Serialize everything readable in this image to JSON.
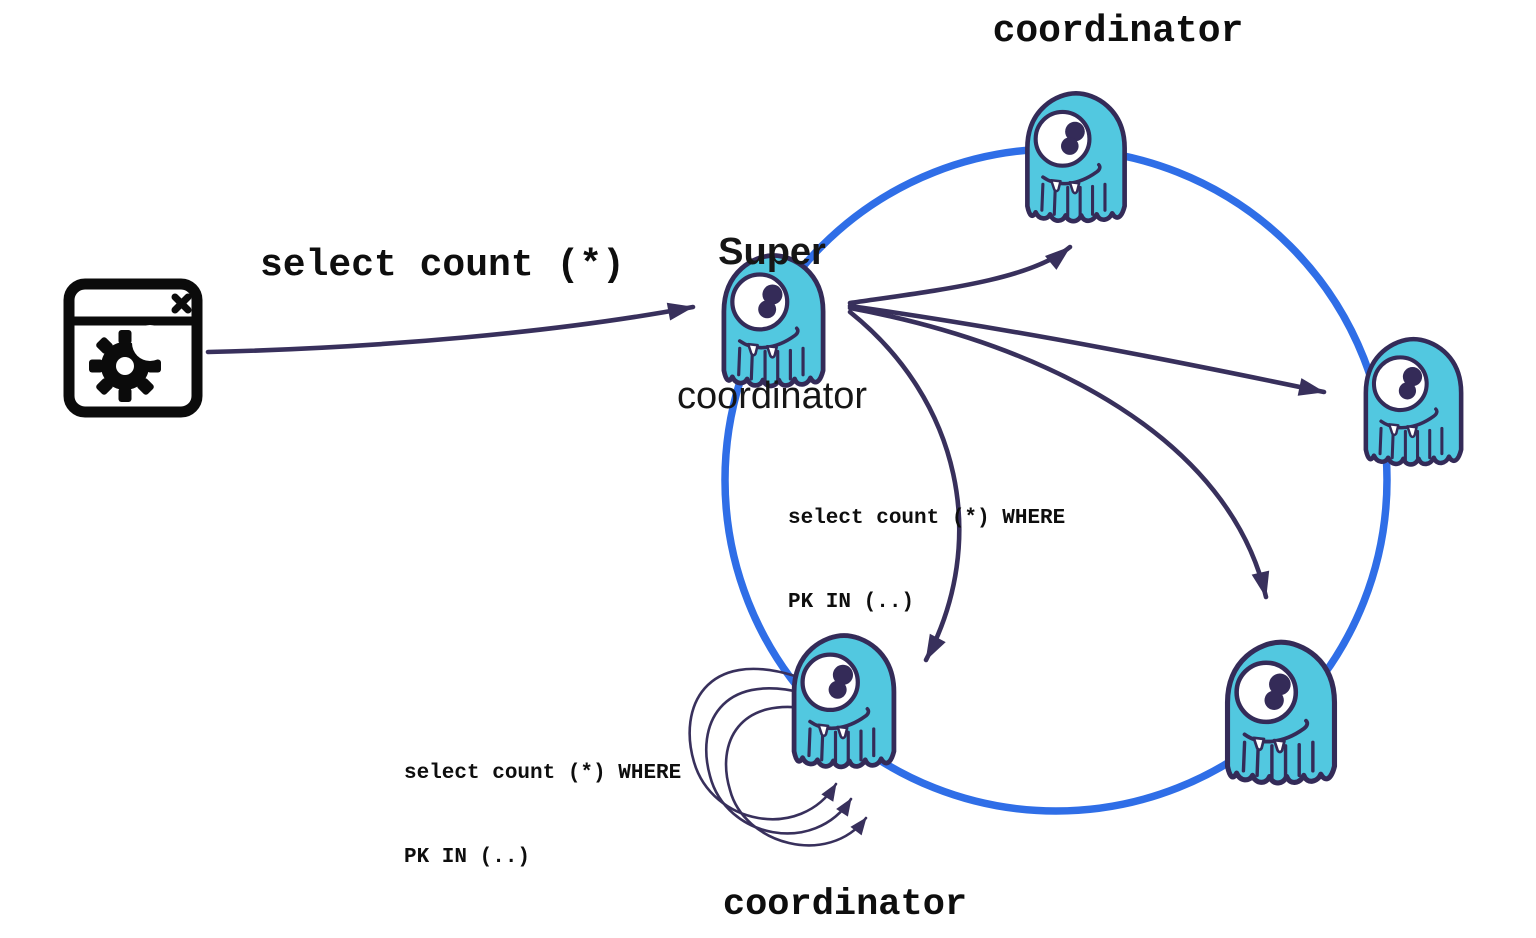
{
  "colors": {
    "ring-blue": "#2f6ee7",
    "arrow-navy": "#38305c",
    "monster-body": "#52c8e0",
    "monster-outline": "#342b58",
    "label-black": "#0e0e0e",
    "client-icon-black": "#0b0b0b"
  },
  "labels": {
    "top_coordinator": "coordinator",
    "super_line1": "Super",
    "super_line2": "coordinator",
    "bottom_coordinator": "coordinator"
  },
  "queries": {
    "client": "select count (*)",
    "fanout_line1": "select count (*) WHERE",
    "fanout_line2": "PK IN (..)",
    "local_line1": "select count (*) WHERE",
    "local_line2": "PK IN (..)"
  },
  "nodes": [
    {
      "id": "super-coordinator",
      "label": "Super coordinator"
    },
    {
      "id": "coordinator-top",
      "label": "coordinator"
    },
    {
      "id": "node-right",
      "label": ""
    },
    {
      "id": "node-bottom-right",
      "label": ""
    },
    {
      "id": "coordinator-bottom-left",
      "label": "coordinator"
    }
  ],
  "icons": {
    "client_app": "app-window-with-gear-icon",
    "node": "scylla-monster-icon",
    "ring": "token-ring-circle"
  }
}
